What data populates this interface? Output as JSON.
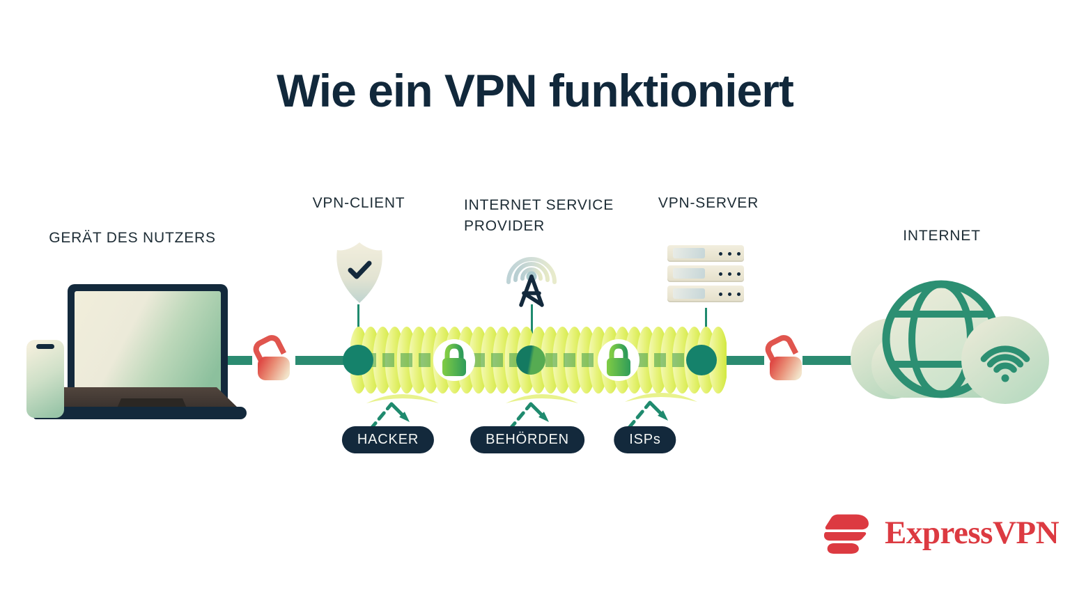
{
  "title": "Wie ein VPN funktioniert",
  "nodes": {
    "device": {
      "label": "GERÄT DES NUTZERS"
    },
    "vpn_client": {
      "label": "VPN-CLIENT"
    },
    "isp": {
      "label": "INTERNET SERVICE PROVIDER"
    },
    "vpn_server": {
      "label": "VPN-SERVER"
    },
    "internet": {
      "label": "INTERNET"
    }
  },
  "threats": [
    {
      "label": "HACKER"
    },
    {
      "label": "BEHÖRDEN"
    },
    {
      "label": "ISPs"
    }
  ],
  "brand": {
    "name": "ExpressVPN"
  },
  "icons": {
    "device": "laptop-and-smartphone",
    "vpn_client": "shield-check",
    "isp": "radio-tower-broadcast",
    "vpn_server": "server-stack",
    "internet": "cloud-globe-wifi",
    "unencrypted": "open-padlock-red",
    "encrypted": "closed-padlock-green",
    "tunnel": "encrypted-coil-tunnel",
    "threat": "deflected-dashed-arrow"
  },
  "colors": {
    "title_navy": "#11283b",
    "line_teal": "#2b8b71",
    "node_green": "#15826b",
    "tunnel_yellow_light": "#f3f9b2",
    "tunnel_yellow_dark": "#d2e93c",
    "lock_green": "#2f9c59",
    "alert_red": "#df4a45",
    "badge_navy": "#13293c",
    "brand_red": "#dc3a41"
  }
}
